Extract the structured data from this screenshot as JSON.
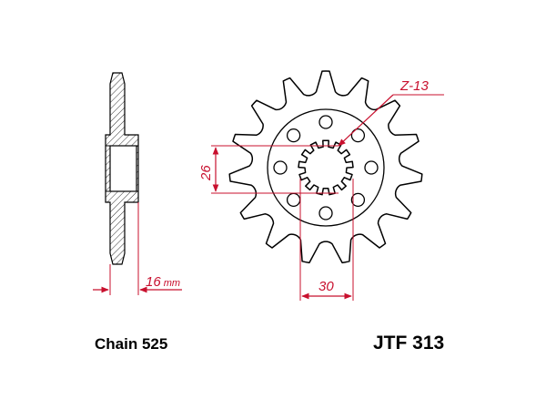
{
  "dimensions": {
    "offset": "16",
    "offset_unit": "mm",
    "spline_diameter": "26",
    "bolt_circle": "30",
    "tooth_count": "Z-13"
  },
  "captions": {
    "chain": "Chain 525",
    "part_number": "JTF 313"
  },
  "colors": {
    "outline": "#000000",
    "dimension": "#c8102e",
    "hatch": "#000000"
  },
  "sprocket": {
    "teeth": 15,
    "splines": 13,
    "bolt_holes": 8
  }
}
